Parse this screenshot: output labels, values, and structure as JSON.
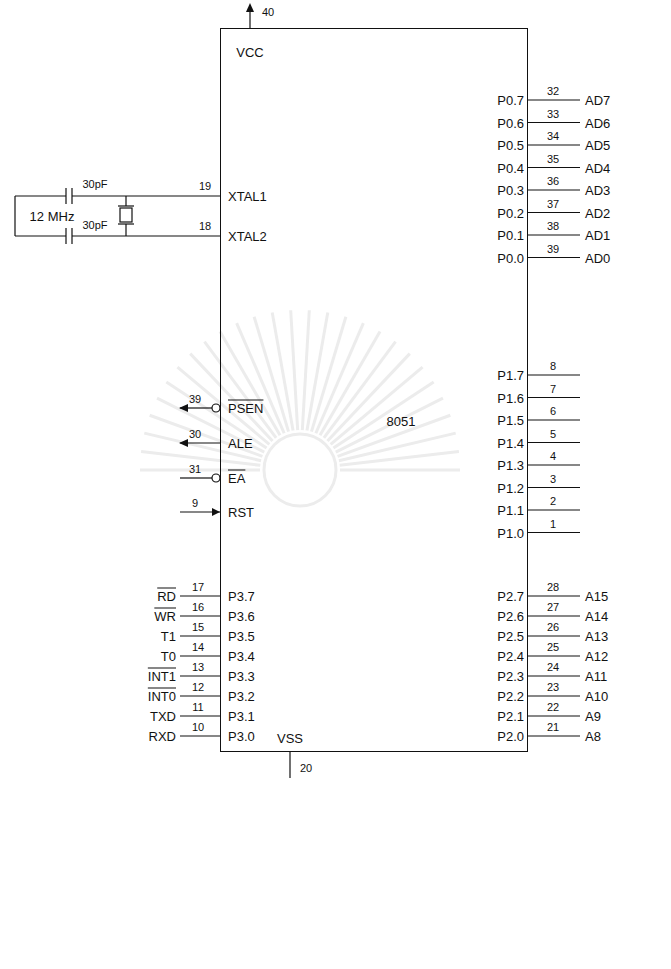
{
  "diagram": {
    "nodes": [
      {
        "text": [
          "8051"
        ]
      }
    ],
    "labels": [
      "40",
      "VCC",
      "30pF",
      "12 MHz",
      "30pF",
      "19",
      "XTAL1",
      "18",
      "XTAL2",
      "P0.7",
      "32",
      "AD7",
      "P0.6",
      "33",
      "AD6",
      "P0.5",
      "34",
      "AD5",
      "P0.4",
      "35",
      "AD4",
      "P0.3",
      "36",
      "AD3",
      "P0.2",
      "37",
      "AD2",
      "P0.1",
      "38",
      "AD1",
      "P0.0",
      "39",
      "AD0",
      "39",
      "PSEN",
      "30",
      "ALE",
      "31",
      "EA",
      "9",
      "RST",
      "P1.7",
      "8",
      "P1.6",
      "7",
      "P1.5",
      "6",
      "P1.4",
      "5",
      "P1.3",
      "4",
      "P1.2",
      "3",
      "P1.1",
      "2",
      "P1.0",
      "1",
      "RD",
      "17",
      "P3.7",
      "WR",
      "16",
      "P3.6",
      "T1",
      "15",
      "P3.5",
      "T0",
      "14",
      "P3.4",
      "INT1",
      "13",
      "P3.3",
      "INT0",
      "12",
      "P3.2",
      "TXD",
      "11",
      "P3.1",
      "RXD",
      "10",
      "P3.0",
      "P2.7",
      "28",
      "A15",
      "P2.6",
      "27",
      "A14",
      "P2.5",
      "26",
      "A13",
      "P2.4",
      "25",
      "A12",
      "P2.3",
      "24",
      "A11",
      "P2.2",
      "23",
      "A10",
      "P2.1",
      "22",
      "A9",
      "P2.0",
      "21",
      "A8",
      "VSS",
      "20"
    ]
  }
}
